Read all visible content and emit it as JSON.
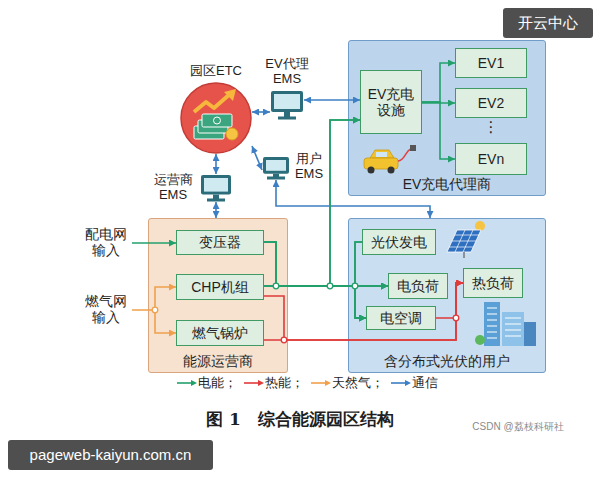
{
  "diagram": {
    "caption": "图 1　综合能源园区结构",
    "nodes": [
      {
        "text": [
          "园区ETC"
        ]
      },
      {
        "text": [
          "EV代理 EMS"
        ]
      },
      {
        "text": [
          "EV充电代理商"
        ]
      },
      {
        "text": [
          "EV充电 设施"
        ],
        "in": 2
      },
      {
        "text": [
          "EV1"
        ],
        "in": 2
      },
      {
        "text": [
          "EV2"
        ],
        "in": 2
      },
      {
        "text": [
          "EVn"
        ],
        "in": 2
      },
      {
        "text": [
          "用户 EMS"
        ]
      },
      {
        "text": [
          "运营商 EMS"
        ]
      },
      {
        "text": [
          "能源运营商"
        ]
      },
      {
        "text": [
          "变压器"
        ],
        "in": 9
      },
      {
        "text": [
          "CHP机组"
        ],
        "in": 9
      },
      {
        "text": [
          "燃气锅炉"
        ],
        "in": 9
      },
      {
        "text": [
          "含分布式光伏的用户"
        ]
      },
      {
        "text": [
          "光伏发电"
        ],
        "in": 13
      },
      {
        "text": [
          "电负荷"
        ],
        "in": 13
      },
      {
        "text": [
          "热负荷"
        ],
        "in": 13
      },
      {
        "text": [
          "电空调"
        ],
        "in": 13
      }
    ],
    "edges": [
      {
        "from": 0,
        "to": 1,
        "arrow": "both"
      },
      {
        "from": 1,
        "to": 3,
        "arrow": "both"
      },
      {
        "from": 0,
        "to": 7,
        "arrow": "both"
      },
      {
        "from": 7,
        "to": 13,
        "arrow": "both"
      },
      {
        "from": 0,
        "to": 8,
        "arrow": "both"
      },
      {
        "from": 8,
        "to": 9,
        "arrow": "both"
      },
      {
        "from": 3,
        "to": 4,
        "arrow": "to"
      },
      {
        "from": 3,
        "to": 5,
        "arrow": "to"
      },
      {
        "from": 3,
        "to": 6,
        "arrow": "to"
      },
      {
        "from": 10,
        "to": 3,
        "arrow": "to"
      },
      {
        "from": 10,
        "to": 15,
        "arrow": "to"
      },
      {
        "from": 10,
        "to": 17,
        "arrow": "to"
      },
      {
        "from": 11,
        "to": 3,
        "arrow": "to"
      },
      {
        "from": 11,
        "to": 15,
        "arrow": "to"
      },
      {
        "from": 11,
        "to": 17,
        "arrow": "to"
      },
      {
        "from": 14,
        "to": 15,
        "arrow": "to"
      },
      {
        "from": 14,
        "to": 17,
        "arrow": "to"
      },
      {
        "from": 11,
        "to": 16,
        "arrow": "to"
      },
      {
        "from": 12,
        "to": 16,
        "arrow": "to"
      },
      {
        "from": 17,
        "to": 16,
        "arrow": "to"
      }
    ],
    "labels": [
      "配电网 输入",
      "燃气网 输入",
      "⋮",
      "开云中心",
      "CSDN @荔枝科研社",
      "pageweb-kaiyun.com.cn"
    ],
    "legend": [
      {
        "text": "电能；"
      },
      {
        "text": "热能；"
      },
      {
        "text": "天然气；"
      },
      {
        "text": "通信"
      }
    ]
  }
}
